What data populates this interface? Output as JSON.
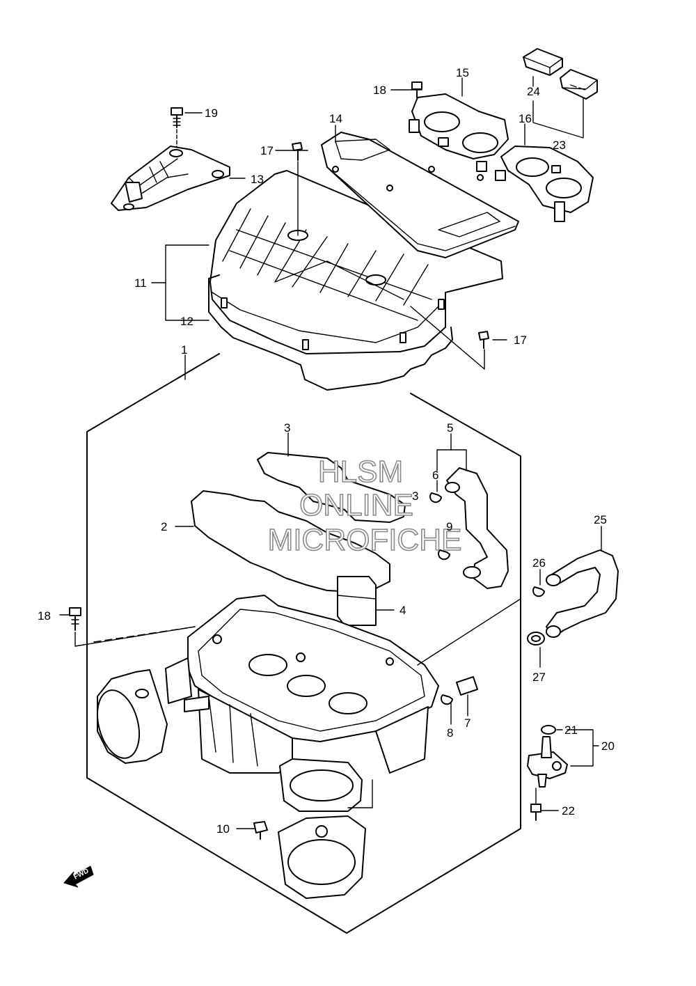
{
  "watermark": {
    "line1": "HLSM",
    "line2": "ONLINE",
    "line3": "MICROFICHE"
  },
  "fwd_label": "FWD",
  "callouts": {
    "c1": "1",
    "c2": "2",
    "c3a": "3",
    "c3b": "3",
    "c4": "4",
    "c5": "5",
    "c6": "6",
    "c7": "7",
    "c8": "8",
    "c9": "9",
    "c10": "10",
    "c11": "11",
    "c12": "12",
    "c13": "13",
    "c14": "14",
    "c15": "15",
    "c16": "16",
    "c17a": "17",
    "c17b": "17",
    "c18a": "18",
    "c18b": "18",
    "c19": "19",
    "c20": "20",
    "c21": "21",
    "c22": "22",
    "c23": "23",
    "c24": "24",
    "c25": "25",
    "c26": "26",
    "c27": "27"
  }
}
